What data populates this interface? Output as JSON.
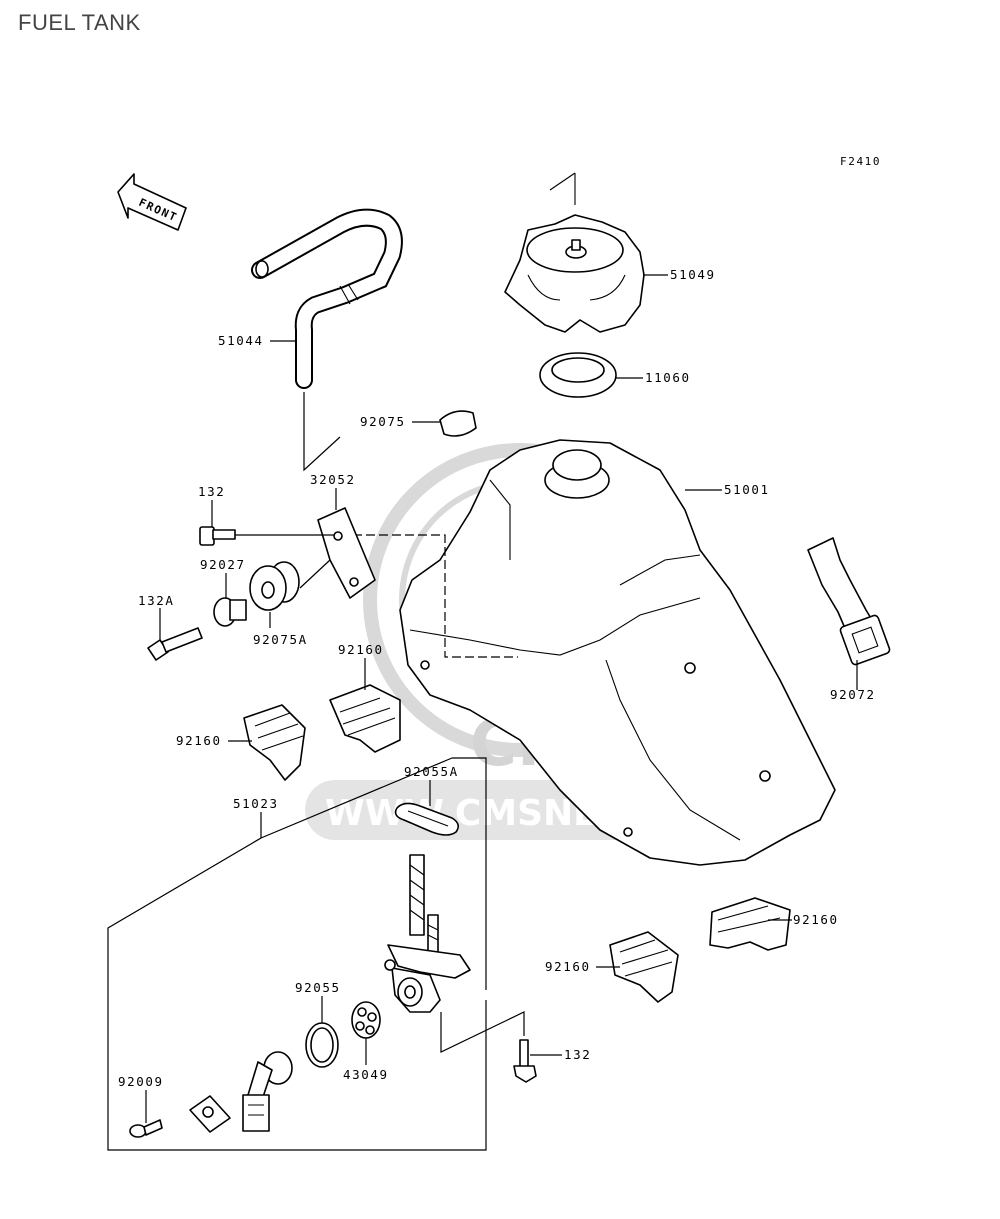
{
  "title": "FUEL TANK",
  "figure_code": "F2410",
  "front_label": "FRONT",
  "watermark": {
    "brand": "CMS",
    "url": "WWW.CMSNL.COM"
  },
  "callouts": {
    "c51049": "51049",
    "c51044": "51044",
    "c11060": "11060",
    "c92075": "92075",
    "c51001": "51001",
    "c32052": "32052",
    "c132_top": "132",
    "c92027": "92027",
    "c132A": "132A",
    "c92075A": "92075A",
    "c92160_mid": "92160",
    "c92072": "92072",
    "c92160_left": "92160",
    "c92055A": "92055A",
    "c51023": "51023",
    "c92160_right": "92160",
    "c92160_lower": "92160",
    "c92055": "92055",
    "c132_bottom": "132",
    "c92009": "92009",
    "c43049": "43049"
  }
}
